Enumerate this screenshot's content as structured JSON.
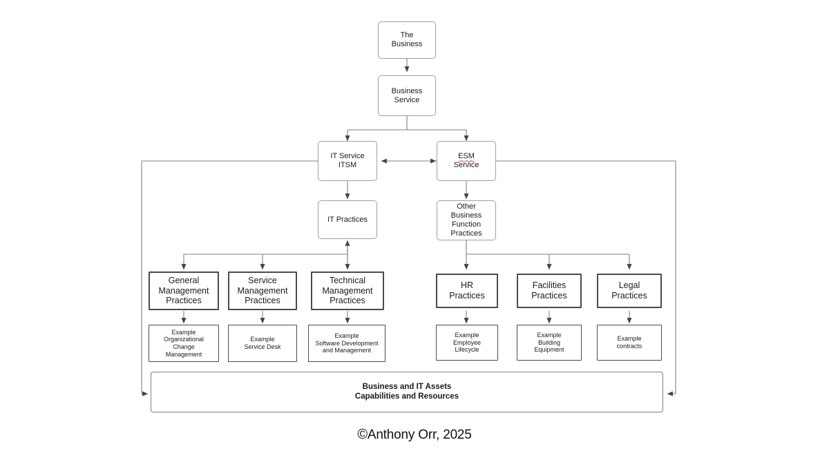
{
  "meta": {
    "title": "ITSM and ESM Service Practices Hierarchy",
    "background_color": "#ffffff",
    "line_color": "#6f7378",
    "node_border_light": "#9aa0a6",
    "node_border_dark": "#4a4a4a",
    "spellcheck_underline_color": "#d86b6b"
  },
  "nodes": {
    "the_business": {
      "lines": [
        "The",
        "Business"
      ]
    },
    "business_service": {
      "lines": [
        "Business",
        "Service"
      ]
    },
    "it_service": {
      "lines": [
        "IT Service",
        "ITSM"
      ]
    },
    "esm_service": {
      "lines": [
        "ESM Service"
      ],
      "misspelled_token": "ESM",
      "rest": " Service"
    },
    "it_practices": {
      "lines": [
        "IT Practices"
      ]
    },
    "other_business_function_practices": {
      "lines": [
        "Other",
        "Business",
        "Function",
        "Practices"
      ]
    },
    "general_management_practices": {
      "lines": [
        "General",
        "Management",
        "Practices"
      ]
    },
    "service_management_practices": {
      "lines": [
        "Service",
        "Management",
        "Practices"
      ]
    },
    "technical_management_practices": {
      "lines": [
        "Technical",
        "Management",
        "Practices"
      ]
    },
    "hr_practices": {
      "lines": [
        "HR",
        "Practices"
      ]
    },
    "facilities_practices": {
      "lines": [
        "Facilities",
        "Practices"
      ]
    },
    "legal_practices": {
      "lines": [
        "Legal",
        "Practices"
      ]
    },
    "example_ocm": {
      "lines": [
        "Example",
        "Organizational",
        "Change",
        "Management"
      ]
    },
    "example_service_desk": {
      "lines": [
        "Example",
        "Service Desk"
      ]
    },
    "example_software_dev": {
      "lines": [
        "Example",
        "Software Development",
        "and Management"
      ]
    },
    "example_employee_lifecycle": {
      "lines": [
        "Example",
        "Employee",
        "Lifecycle"
      ]
    },
    "example_building_equipment": {
      "lines": [
        "Example",
        "Building",
        "Equipment"
      ]
    },
    "example_contracts": {
      "lines": [
        "Example",
        "contracts"
      ]
    },
    "assets_bar": {
      "lines": [
        "Business and IT Assets",
        "Capabilities and Resources"
      ]
    }
  },
  "copyright": {
    "symbol": "©",
    "text": "Anthony Orr, 2025"
  }
}
